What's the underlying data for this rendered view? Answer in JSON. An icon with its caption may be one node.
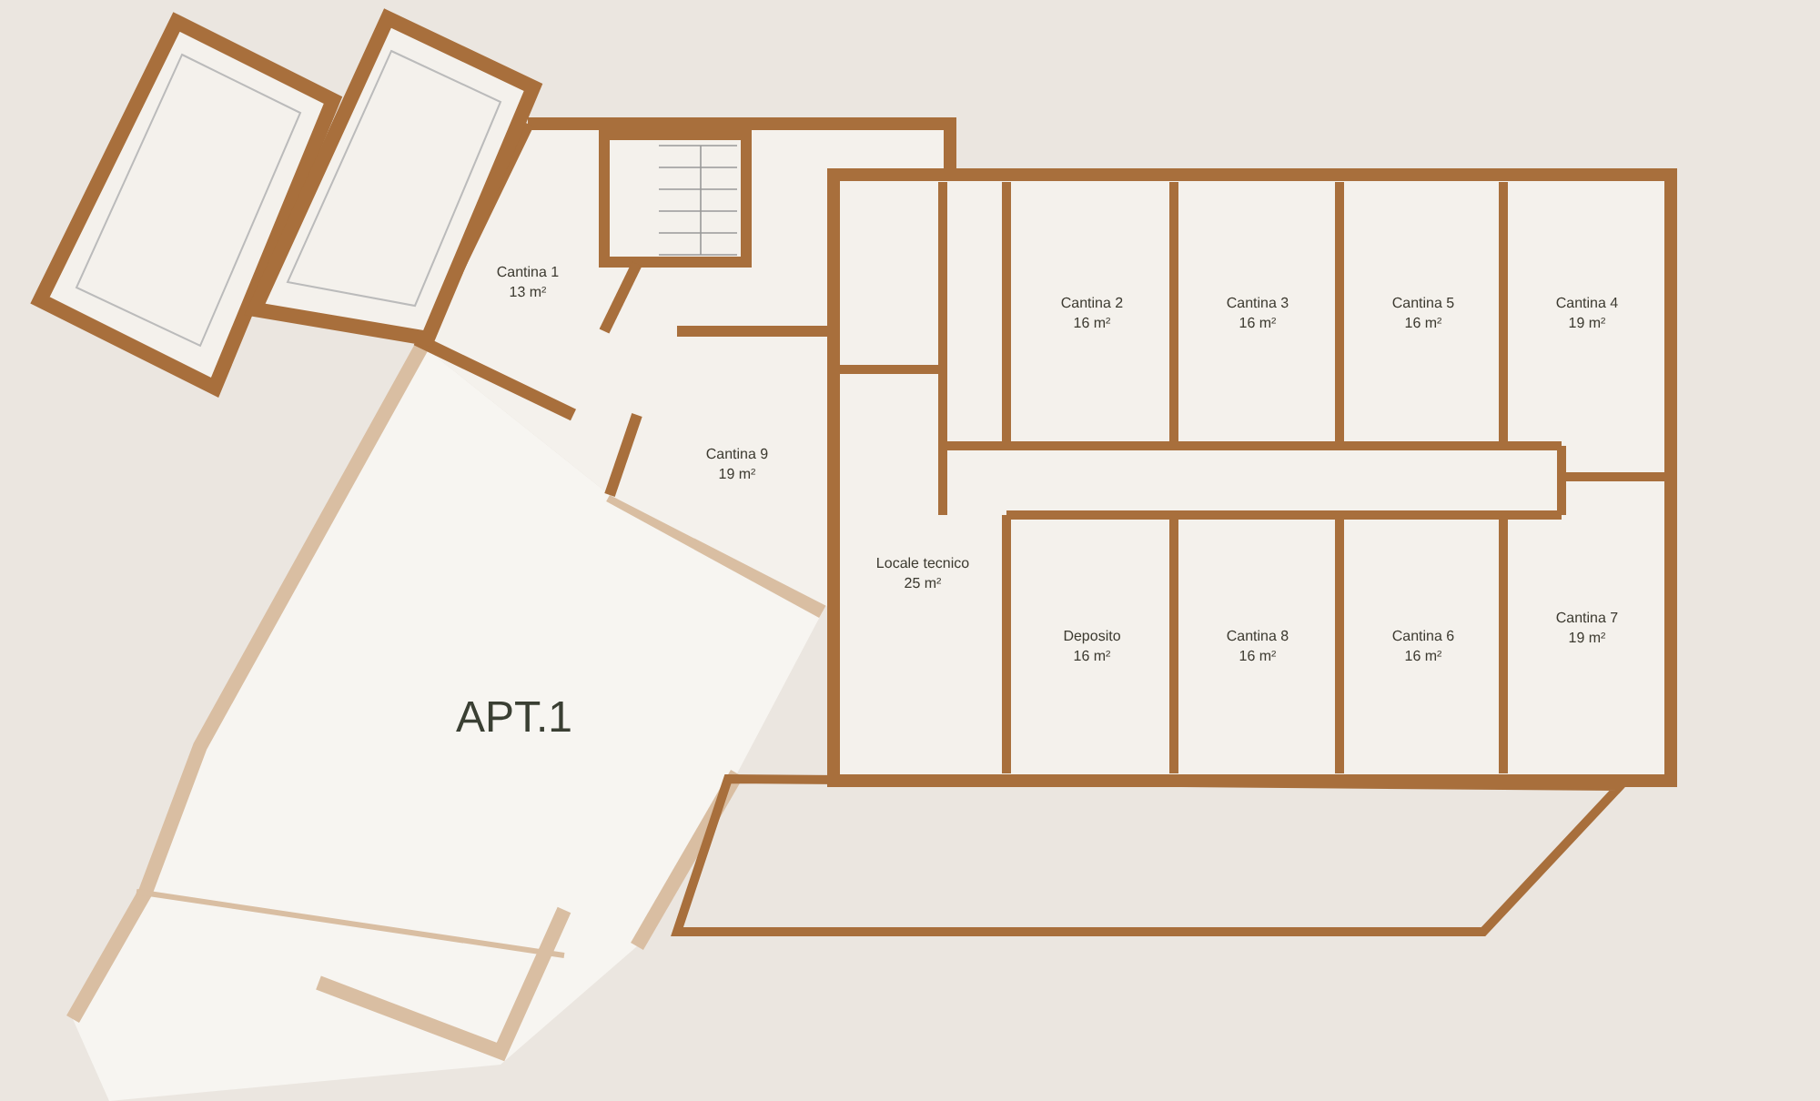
{
  "diagram": {
    "nodes": [
      {
        "text": [
          "Cantina 1",
          "13 m²"
        ]
      },
      {
        "text": [
          "Cantina 2",
          "16 m²"
        ]
      },
      {
        "text": [
          "Cantina 3",
          "16 m²"
        ]
      },
      {
        "text": [
          "Cantina 5",
          "16 m²"
        ]
      },
      {
        "text": [
          "Cantina 4",
          "19 m²"
        ]
      },
      {
        "text": [
          "Cantina 9",
          "19 m²"
        ]
      },
      {
        "text": [
          "Locale tecnico",
          "25 m²"
        ]
      },
      {
        "text": [
          "Deposito",
          "16 m²"
        ]
      },
      {
        "text": [
          "Cantina 8",
          "16 m²"
        ]
      },
      {
        "text": [
          "Cantina 6",
          "16 m²"
        ]
      },
      {
        "text": [
          "Cantina 7",
          "19 m²"
        ]
      },
      {
        "text": [
          "APT.1"
        ]
      }
    ]
  }
}
